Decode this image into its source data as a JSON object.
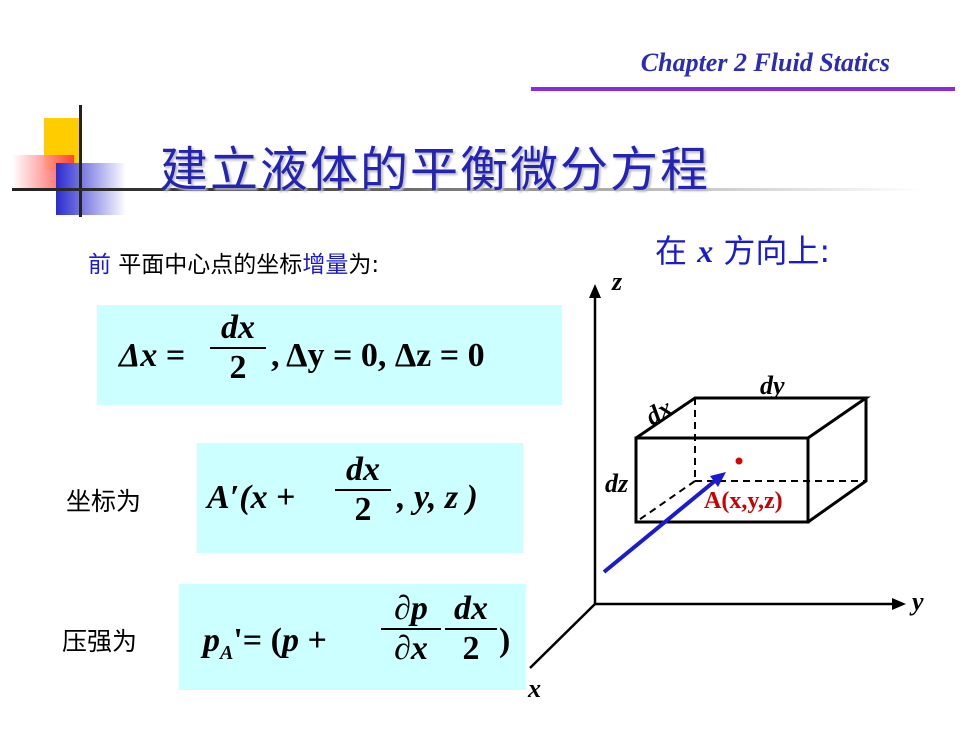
{
  "header": {
    "chapter": "Chapter 2  Fluid Statics"
  },
  "title": "建立液体的平衡微分方程",
  "front_line": {
    "front": "前",
    "part1": " 平面中心点的坐标",
    "increment": "增量",
    "part2": "为:"
  },
  "x_direction": {
    "prefix": "在 ",
    "var": "x",
    "suffix": " 方向上:"
  },
  "labels": {
    "coord": "坐标为",
    "pressure": "压强为"
  },
  "eq1": {
    "dx_lhs": "Δx",
    "eq": "=",
    "num": "dx",
    "den": "2",
    "rest": ", Δy = 0, Δz = 0"
  },
  "eq2": {
    "a": "A′(",
    "x": "x",
    "plus": "+",
    "num": "dx",
    "den": "2",
    "rest": ", y, z )"
  },
  "eq3": {
    "p": "p",
    "sub": "A",
    "mid": "'= (",
    "p2": "p",
    "plus": "+",
    "num1": "∂p",
    "den1": "∂x",
    "num2": "dx",
    "den2": "2",
    "close": ")"
  },
  "diagram": {
    "axis_z": "z",
    "axis_y": "y",
    "axis_x": "x",
    "dx": "dx",
    "dy": "dy",
    "dz": "dz",
    "point_label": "A(x,y,z)"
  },
  "colors": {
    "title_blue": "#2424b4",
    "rule_purple": "#8a2be2",
    "box_cyan": "#ccffff",
    "point_red": "#cc0000"
  }
}
